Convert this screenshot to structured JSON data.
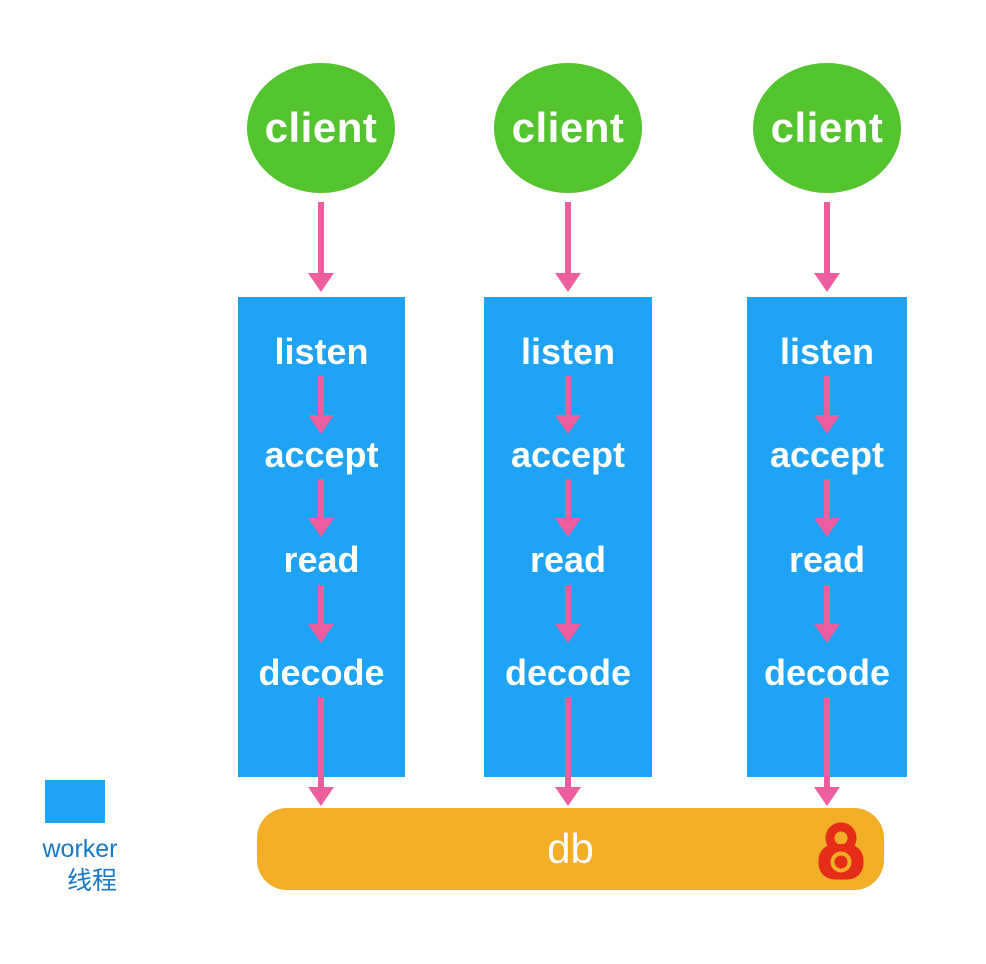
{
  "clients": {
    "labels": [
      "client",
      "client",
      "client"
    ]
  },
  "columns": [
    {
      "steps": [
        "listen",
        "accept",
        "read",
        "decode"
      ]
    },
    {
      "steps": [
        "listen",
        "accept",
        "read",
        "decode"
      ]
    },
    {
      "steps": [
        "listen",
        "accept",
        "read",
        "decode"
      ]
    }
  ],
  "db": {
    "label": "db"
  },
  "legend": {
    "line1": "worker",
    "line2": "线程"
  },
  "icons": {
    "db_lock": "lock-icon"
  },
  "colors": {
    "client_green": "#53C32E",
    "worker_blue": "#1FA3F4",
    "arrow_pink": "#EC5E9D",
    "db_orange": "#F3AE27",
    "lock_red": "#E52D18",
    "legend_text_blue": "#1778C8",
    "text_white": "#FFFFFF"
  }
}
